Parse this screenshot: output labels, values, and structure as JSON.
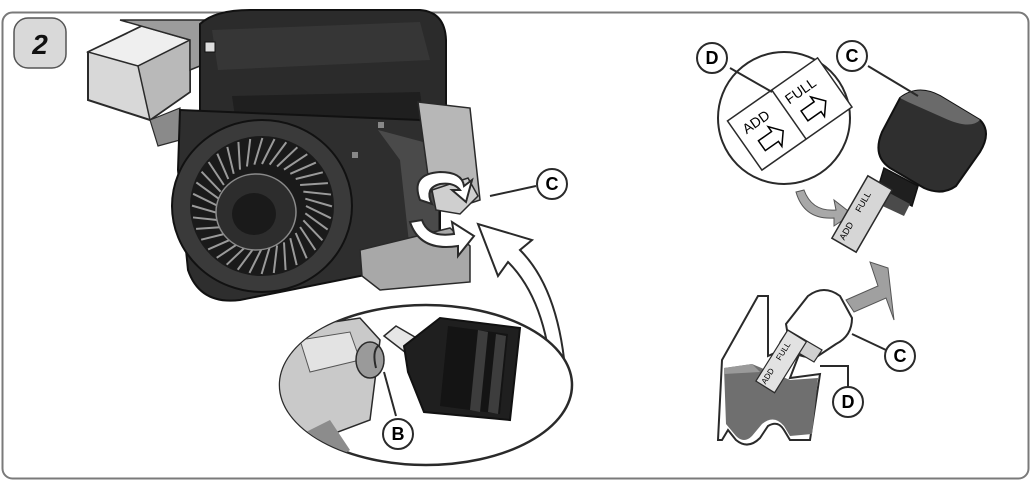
{
  "step_number": "2",
  "callouts": {
    "c_engine": "C",
    "b_fill": "B",
    "d_zoom": "D",
    "c_cap_top": "C",
    "c_cap_side": "C",
    "d_side": "D"
  },
  "dipstick": {
    "add_label": "ADD",
    "full_label": "FULL"
  },
  "colors": {
    "frame": "#7a7a7a",
    "step_badge": "#d9d9d9",
    "engine_dark": "#2b2b2b",
    "engine_mid": "#6e6e6e",
    "engine_light": "#bdbdbd",
    "oil_level": "#6f6f6f",
    "arrow_gray": "#9a9a9a"
  }
}
